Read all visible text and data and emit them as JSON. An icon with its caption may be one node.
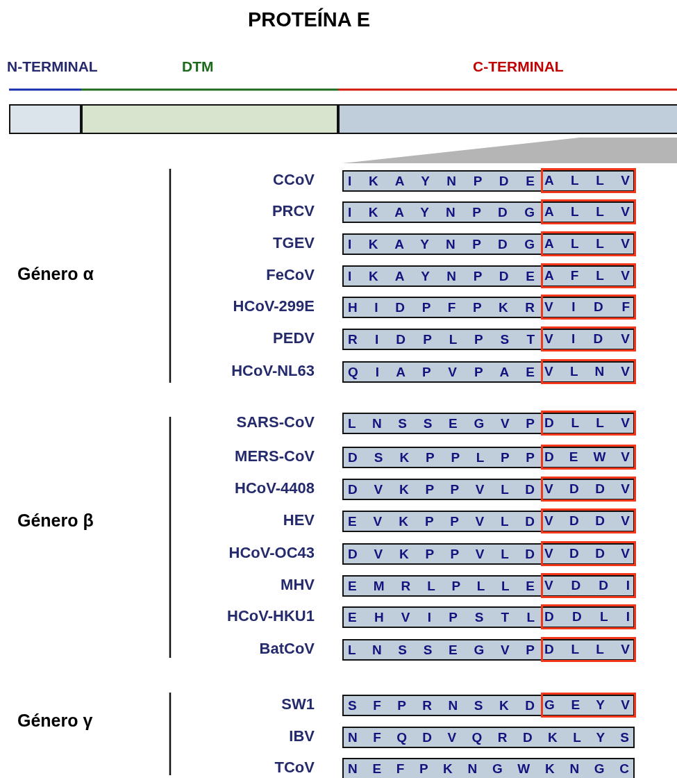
{
  "diagram": {
    "title": "PROTEÍNA E",
    "nodes": [
      {
        "text": [
          "N-TERMINAL"
        ]
      },
      {
        "text": [
          "DTM"
        ]
      },
      {
        "text": [
          "C-TERMINAL"
        ]
      },
      {
        "text": [
          "I K A Y N P D E"
        ],
        "beside": [
          "CCoV"
        ]
      },
      {
        "text": [
          "A L L V"
        ],
        "in": 3
      },
      {
        "text": [
          "I K A Y N P D G"
        ],
        "beside": [
          "PRCV"
        ]
      },
      {
        "text": [
          "A L L V"
        ],
        "in": 5
      },
      {
        "text": [
          "I K A Y N P D G"
        ],
        "beside": [
          "TGEV"
        ]
      },
      {
        "text": [
          "A L L V"
        ],
        "in": 7
      },
      {
        "text": [
          "I K A Y N P D E"
        ],
        "beside": [
          "FeCoV"
        ]
      },
      {
        "text": [
          "A F L V"
        ],
        "in": 9
      },
      {
        "text": [
          "H I D P F P K R"
        ],
        "beside": [
          "HCoV-299E"
        ]
      },
      {
        "text": [
          "V I D F"
        ],
        "in": 11
      },
      {
        "text": [
          "R I D P L P S T"
        ],
        "beside": [
          "PEDV"
        ]
      },
      {
        "text": [
          "V I D V"
        ],
        "in": 13
      },
      {
        "text": [
          "Q I A P V P A E"
        ],
        "beside": [
          "HCoV-NL63"
        ]
      },
      {
        "text": [
          "V L N V"
        ],
        "in": 15
      },
      {
        "text": [
          "L N S S E G V P"
        ],
        "beside": [
          "SARS-CoV"
        ]
      },
      {
        "text": [
          "D L L V"
        ],
        "in": 17
      },
      {
        "text": [
          "D S K P P L P P"
        ],
        "beside": [
          "MERS-CoV"
        ]
      },
      {
        "text": [
          "D E W V"
        ],
        "in": 19
      },
      {
        "text": [
          "D V K P P V L D"
        ],
        "beside": [
          "HCoV-4408"
        ]
      },
      {
        "text": [
          "V D D V"
        ],
        "in": 21
      },
      {
        "text": [
          "E V K P P V L D"
        ],
        "beside": [
          "HEV"
        ]
      },
      {
        "text": [
          "V D D V"
        ],
        "in": 23
      },
      {
        "text": [
          "D V K P P V L D"
        ],
        "beside": [
          "HCoV-OC43"
        ]
      },
      {
        "text": [
          "V D D V"
        ],
        "in": 25
      },
      {
        "text": [
          "E M R L P L L E"
        ],
        "beside": [
          "MHV"
        ]
      },
      {
        "text": [
          "V D D I"
        ],
        "in": 27
      },
      {
        "text": [
          "E H V I P S T L"
        ],
        "beside": [
          "HCoV-HKU1"
        ]
      },
      {
        "text": [
          "D D L I"
        ],
        "in": 29
      },
      {
        "text": [
          "L N S S E G V P"
        ],
        "beside": [
          "BatCoV"
        ]
      },
      {
        "text": [
          "D L L V"
        ],
        "in": 31
      },
      {
        "text": [
          "S F P R N S K D"
        ],
        "beside": [
          "SW1"
        ]
      },
      {
        "text": [
          "G E Y V"
        ],
        "in": 33
      },
      {
        "text": [
          "N F Q D V Q R D K L Y S"
        ],
        "beside": [
          "IBV"
        ]
      },
      {
        "text": [
          "N E F P K N G W K N G C"
        ],
        "beside": [
          "TCoV"
        ]
      },
      {
        "text": [],
        "shape": "wedge"
      }
    ],
    "edges": [],
    "labels": [
      "Género α",
      "Género β",
      "Género γ"
    ]
  }
}
